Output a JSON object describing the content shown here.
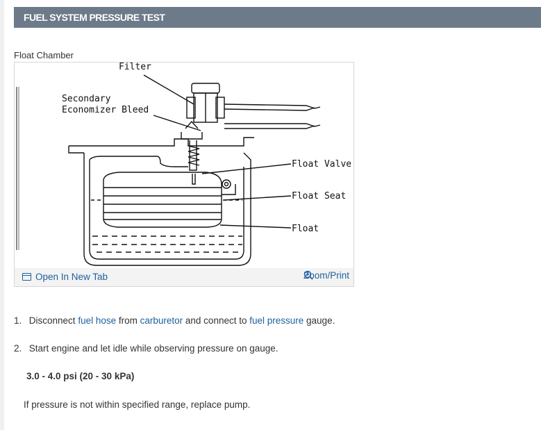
{
  "header": {
    "title": "FUEL SYSTEM PRESSURE TEST"
  },
  "figure": {
    "caption": "Float Chamber",
    "labels": {
      "filter": "Filter",
      "secondary_1": "Secondary",
      "secondary_2": "Economizer Bleed",
      "float_valve": "Float Valve",
      "float_seat": "Float Seat",
      "float": "Float"
    },
    "open_tab_label": "Open In New Tab",
    "zoom_label": "Zoom/Print"
  },
  "steps": [
    {
      "number": "1.",
      "t1": "Disconnect ",
      "link1": "fuel hose",
      "t2": " from ",
      "link2": "carburetor",
      "t3": " and connect to ",
      "link3": "fuel pressure",
      "t4": " gauge."
    },
    {
      "number": "2.",
      "text": "Start engine and let idle while observing pressure on gauge."
    }
  ],
  "spec": "3.0 - 4.0 psi (20 - 30 kPa)",
  "note": "If pressure is not within specified range, replace pump."
}
